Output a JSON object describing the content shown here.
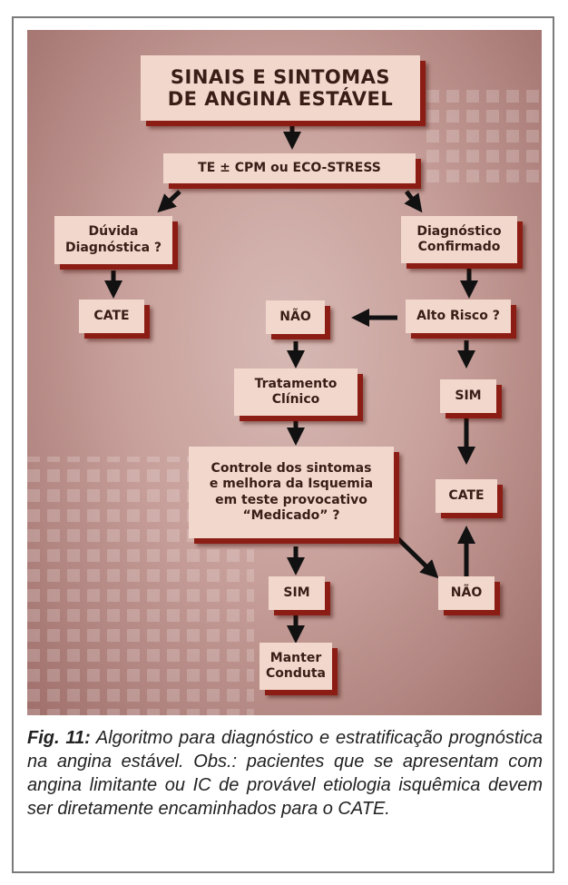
{
  "diagram": {
    "title": "SINAIS E SINTOMAS\nDE ANGINA ESTÁVEL",
    "nodes": {
      "te": "TE ± CPM ou ECO-STRESS",
      "duvida": "Dúvida\nDiagnóstica ?",
      "diag_conf": "Diagnóstico\nConfirmado",
      "cate_left": "CATE",
      "nao_top": "NÃO",
      "alto_risco": "Alto Risco ?",
      "tratamento": "Tratamento\nClínico",
      "sim_right": "SIM",
      "controle": "Controle dos sintomas\ne melhora da Isquemia\nem teste provocativo\n“Medicado” ?",
      "cate_right": "CATE",
      "sim_bottom": "SIM",
      "nao_bottom": "NÃO",
      "manter": "Manter\nConduta"
    },
    "colors": {
      "box_fill": "#f2d8cc",
      "box_shadow": "#8c1d14",
      "arrow": "#111111",
      "background": "#c8a09b"
    }
  },
  "caption": {
    "label": "Fig. 11:",
    "text": " Algoritmo para diagnóstico e estratificação prognóstica na angina estável. Obs.: pacientes que se apresentam com angina limitante ou IC de provável etiologia isquêmica devem ser diretamente encaminhados para o CATE."
  }
}
